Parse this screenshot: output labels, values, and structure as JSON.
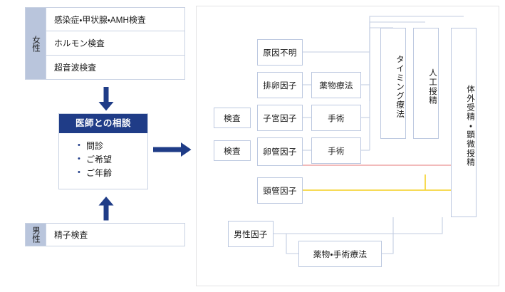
{
  "theme": {
    "navy": "#1f3c87",
    "label_bg": "#b9c5dc",
    "node_border": "#bcc8e0",
    "panel_border": "#e2e2e4",
    "wire": "#c3cde2",
    "wire_red": "#eda3a3",
    "wire_yellow": "#f6d63f"
  },
  "left": {
    "female_panel": {
      "gender_label": "女性",
      "tests": [
        "感染症・甲状腺・AMH検査",
        "ホルモン検査",
        "超音波検査"
      ]
    },
    "male_panel": {
      "gender_label": "男性",
      "tests": [
        "精子検査"
      ]
    },
    "consultation": {
      "title": "医師との相談",
      "items": [
        "問診",
        "ご希望",
        "ご年齢"
      ]
    },
    "arrows": {
      "down_icon": "arrow-down-icon",
      "up_icon": "arrow-up-icon",
      "right_icon": "arrow-right-icon"
    }
  },
  "right": {
    "exam_labels": [
      "検査",
      "検査"
    ],
    "factors": [
      "原因不明",
      "排卵因子",
      "子宮因子",
      "卵管因子",
      "頸管因子",
      "男性因子"
    ],
    "treatments": [
      "薬物療法",
      "手術",
      "手術",
      "薬物・手術療法"
    ],
    "outcomes": [
      "タイミング療法",
      "人工授精",
      "体外受精・顕微授精"
    ]
  }
}
